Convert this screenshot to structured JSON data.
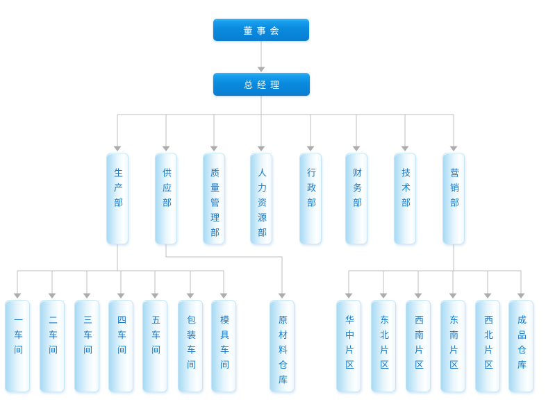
{
  "org_chart": {
    "title": "company-organization-chart",
    "root": {
      "label": "董事会"
    },
    "general_manager": {
      "label": "总经理"
    },
    "departments": [
      {
        "label": "生产部",
        "children": [
          "一车间",
          "二车间",
          "三车间",
          "四车间",
          "五车间",
          "包装车间",
          "模具车间"
        ]
      },
      {
        "label": "供应部",
        "children": [
          "原材料仓库"
        ]
      },
      {
        "label": "质量管理部",
        "children": []
      },
      {
        "label": "人力资源部",
        "children": []
      },
      {
        "label": "行政部",
        "children": []
      },
      {
        "label": "财务部",
        "children": []
      },
      {
        "label": "技术部",
        "children": []
      },
      {
        "label": "营销部",
        "children": [
          "华中片区",
          "东北片区",
          "西南片区",
          "东南片区",
          "西北片区",
          "成品仓库"
        ]
      }
    ],
    "colors": {
      "executive_box_blue": "#0b8ade",
      "department_box_tint": "#a8daf4",
      "department_text_blue": "#1678c8",
      "connector_gray": "#bcbcbc",
      "arrowhead_gray": "#adadad",
      "background": "#ffffff"
    }
  }
}
